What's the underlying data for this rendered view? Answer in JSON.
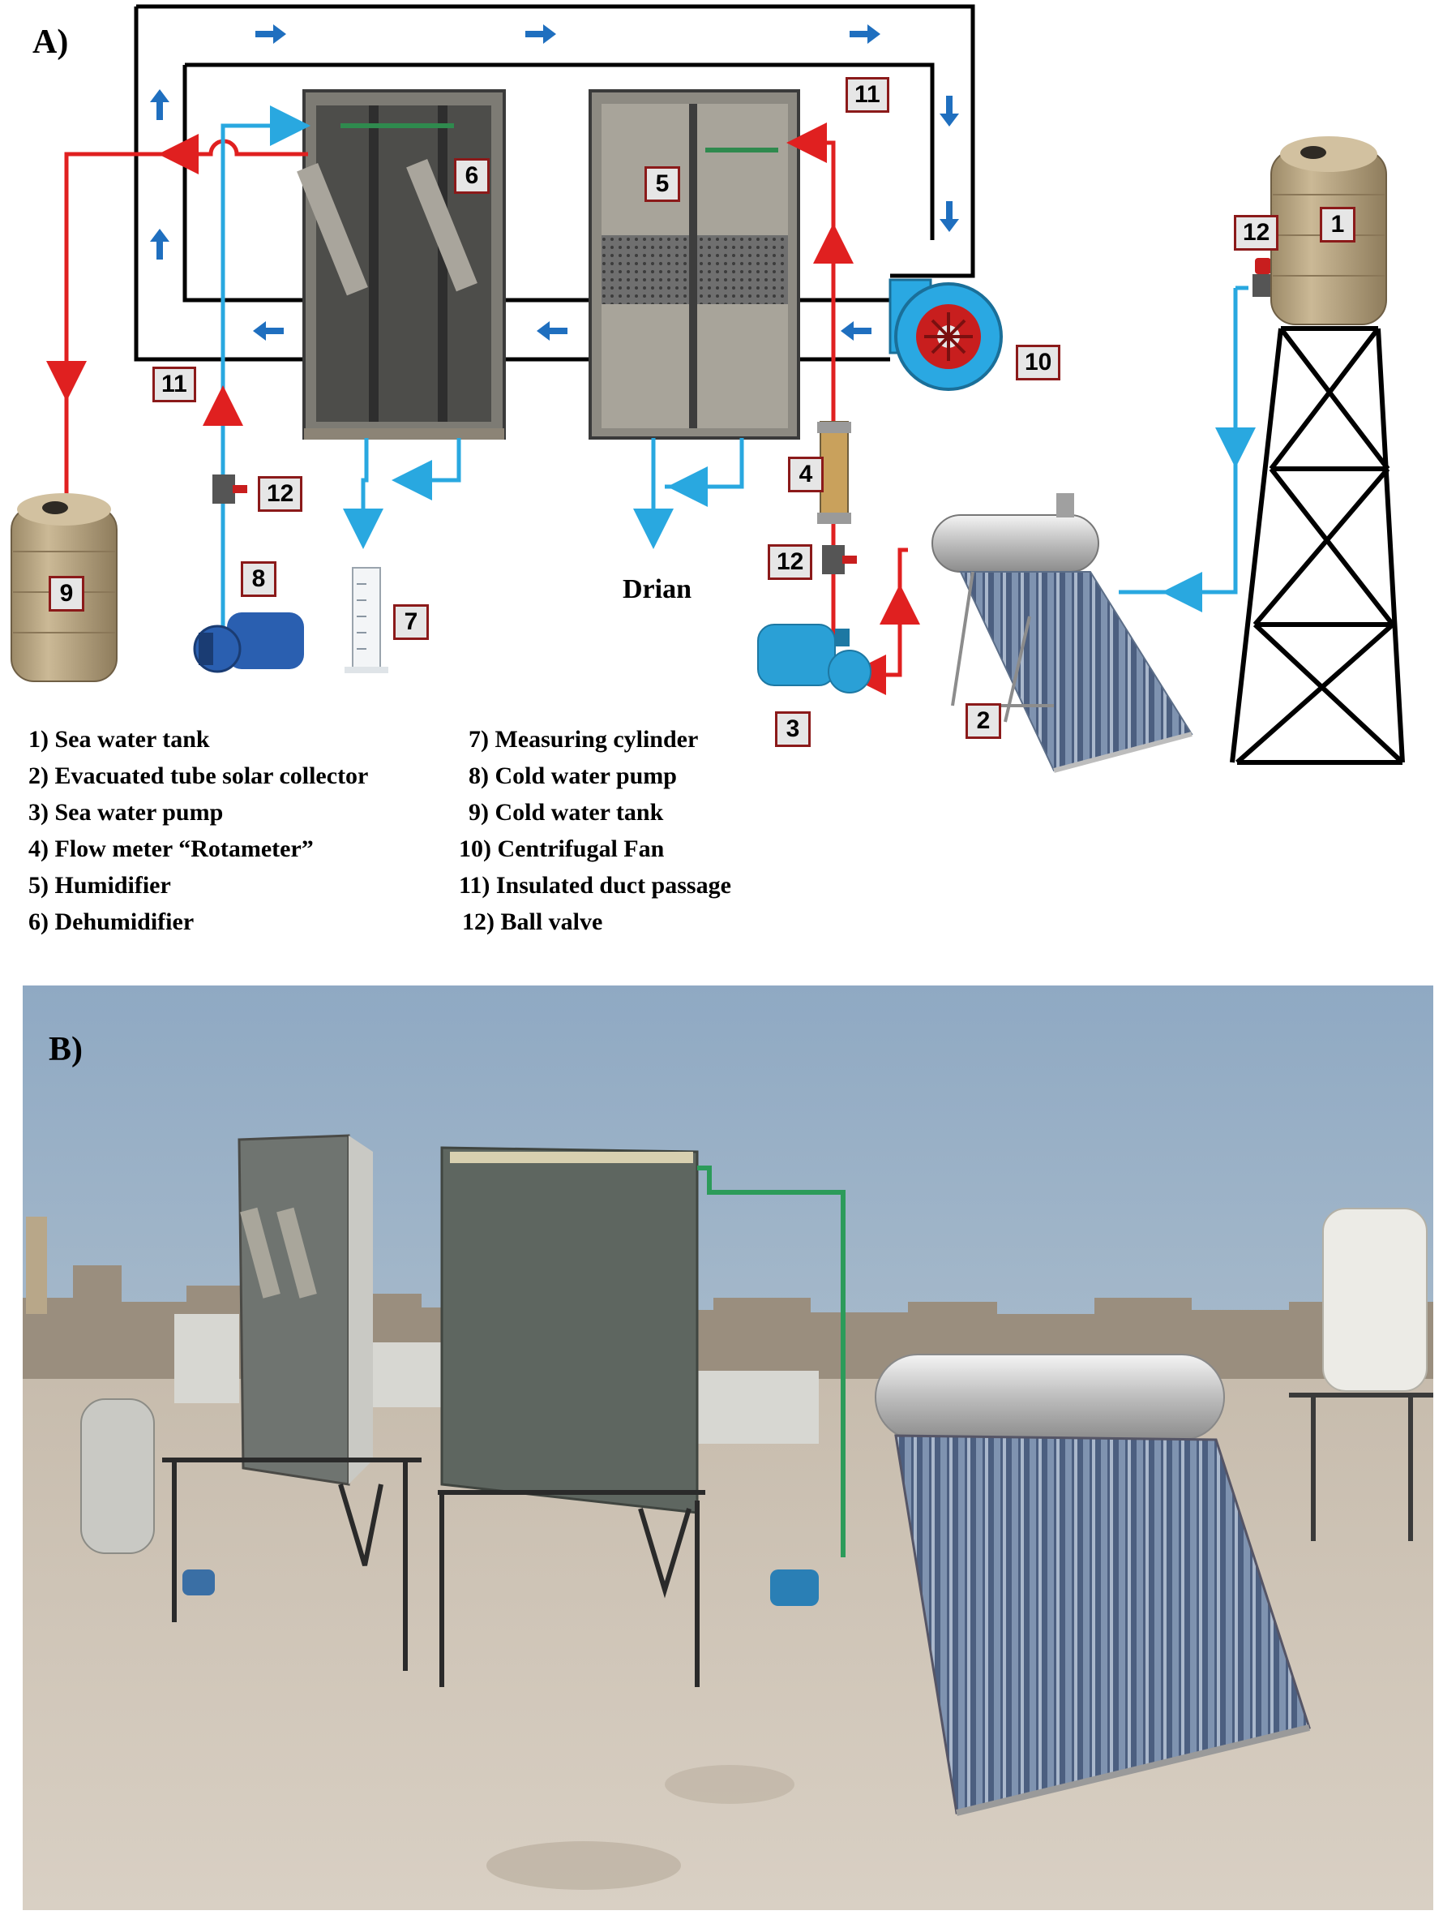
{
  "panel_a": {
    "label": "A)",
    "drain_label": "Drian",
    "tag_numbers": {
      "t1": "1",
      "t2": "2",
      "t3": "3",
      "t4": "4",
      "t5": "5",
      "t6": "6",
      "t7": "7",
      "t8": "8",
      "t9": "9",
      "t10": "10",
      "t11": "11",
      "t12": "12"
    },
    "legend_left": [
      "1) Sea water tank",
      "2) Evacuated tube solar collector",
      "3) Sea water pump",
      "4) Flow meter “Rotameter”",
      "5) Humidifier",
      "6) Dehumidifier"
    ],
    "legend_right": [
      "7) Measuring cylinder",
      "8) Cold water pump",
      "9) Cold water tank",
      "10) Centrifugal Fan",
      "11) Insulated duct passage",
      "12) Ball valve"
    ],
    "colors": {
      "hot_water": "#e02020",
      "cold_water": "#29a8e0",
      "air_arrow": "#1f6fbf",
      "duct": "#000000",
      "tag_border": "#8b1a1a",
      "tag_fill": "#e6e6e6",
      "tank": "#b9a684",
      "pump": "#2aa0d6",
      "fan": "#2aa8e2"
    }
  },
  "panel_b": {
    "label": "B)"
  }
}
